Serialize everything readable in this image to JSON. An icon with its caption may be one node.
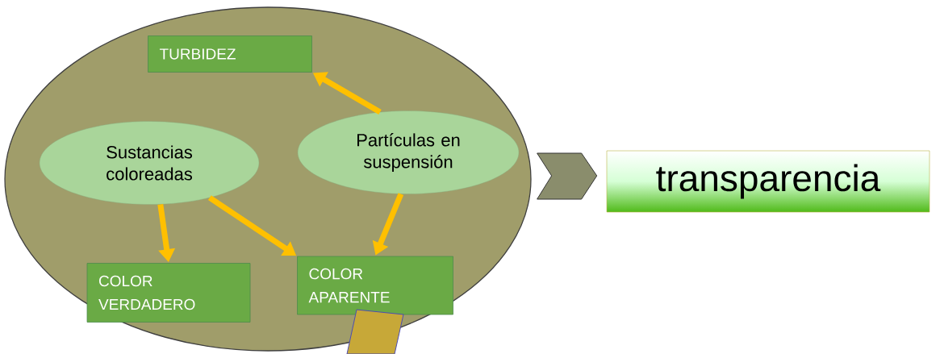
{
  "diagram": {
    "nodes": [
      {
        "text": [],
        "shape": "circle"
      },
      {
        "text": [
          "TURBIDEZ"
        ],
        "in": 0
      },
      {
        "text": [
          "Sustancias coloreadas"
        ],
        "in": 0
      },
      {
        "text": [
          "Partículas en suspensión"
        ],
        "in": 0
      },
      {
        "text": [
          "COLOR VERDADERO"
        ],
        "in": 0
      },
      {
        "text": [
          "COLOR APARENTE"
        ],
        "in": 0
      },
      {
        "text": [
          "transparencia"
        ]
      }
    ],
    "edges": [
      {
        "from": 0,
        "to": 6,
        "arrow": "to",
        "color": "#8a8d6c"
      },
      {
        "from": 3,
        "to": 1,
        "arrow": "to"
      },
      {
        "from": 2,
        "to": 4,
        "arrow": "to"
      },
      {
        "from": 2,
        "to": 5,
        "arrow": "to"
      },
      {
        "from": 3,
        "to": 5,
        "arrow": "to"
      }
    ]
  }
}
